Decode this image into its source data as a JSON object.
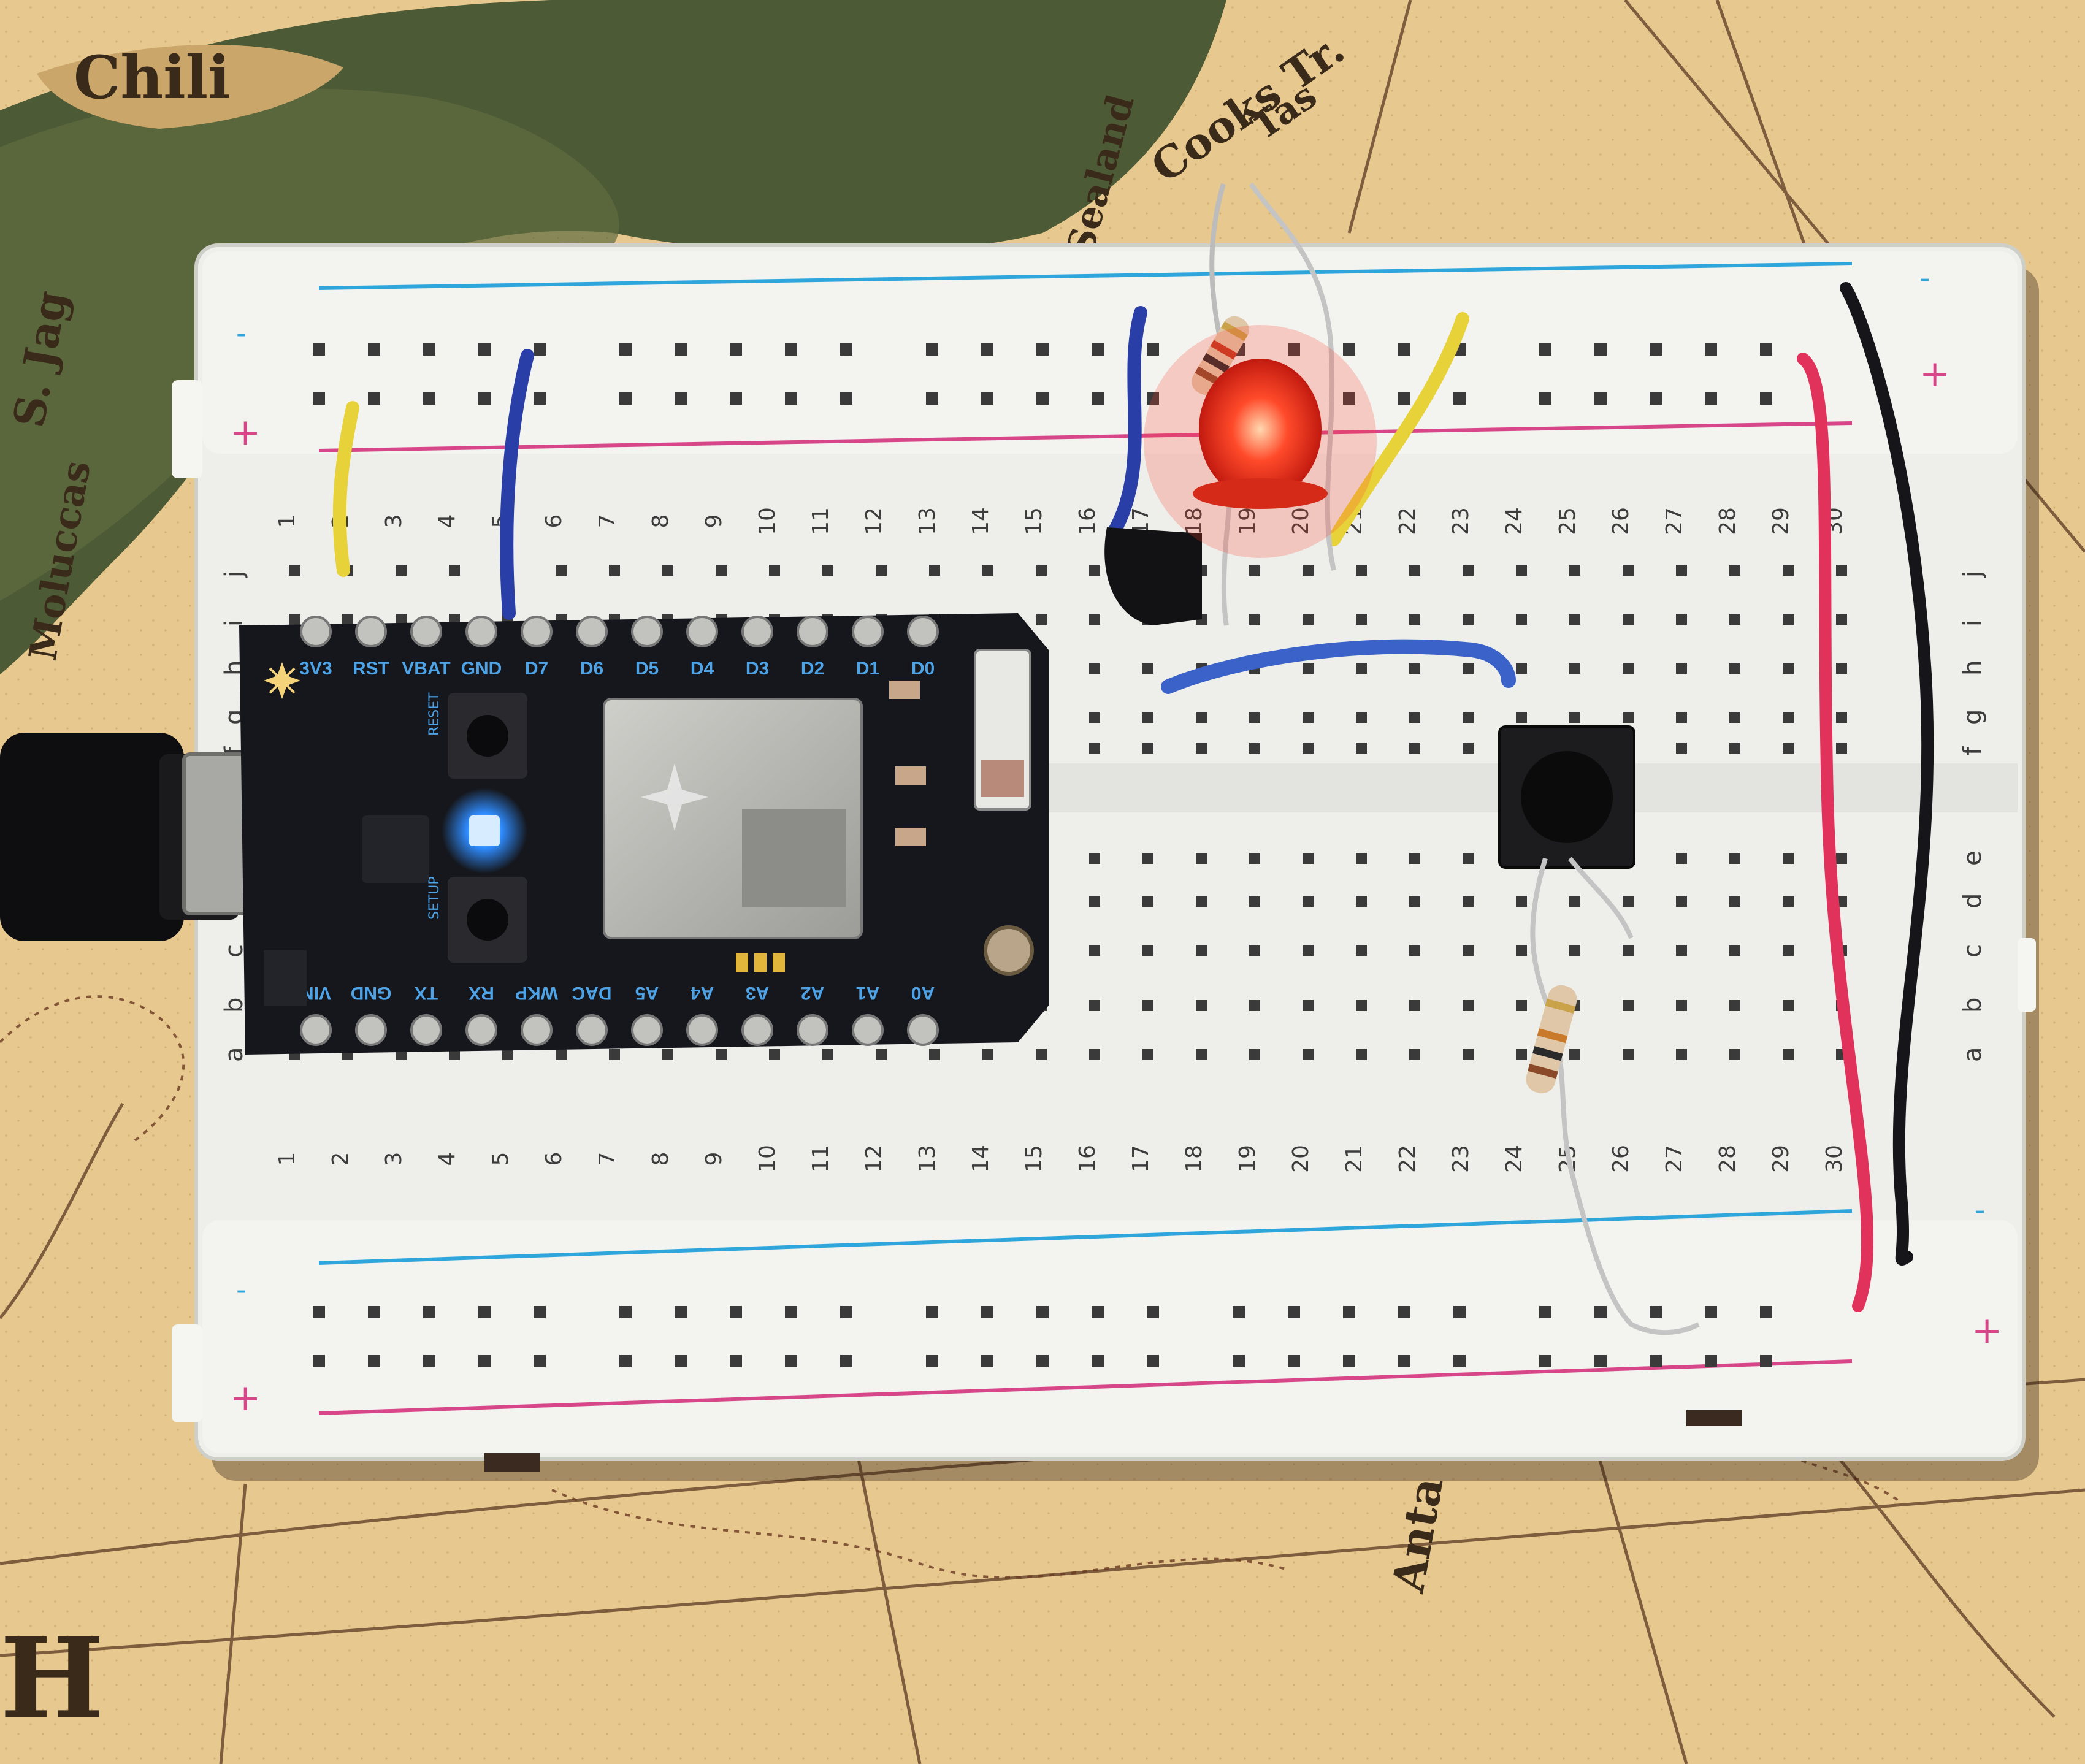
{
  "map": {
    "labels": [
      "Chili",
      "S. Jag",
      "Moluccas",
      "Cooks Tr.",
      "Tas",
      "Anta",
      "H",
      "Sealand"
    ]
  },
  "breadboard": {
    "column_numbers": [
      "1",
      "2",
      "3",
      "4",
      "5",
      "6",
      "7",
      "8",
      "9",
      "10",
      "11",
      "12",
      "13",
      "14",
      "15",
      "16",
      "17",
      "18",
      "19",
      "20",
      "21",
      "22",
      "23",
      "24",
      "25",
      "26",
      "27",
      "28",
      "29",
      "30"
    ],
    "rows_top": [
      "j",
      "i",
      "h",
      "g",
      "f"
    ],
    "rows_bottom": [
      "e",
      "d",
      "c",
      "b",
      "a"
    ],
    "rail_plus": "+",
    "rail_minus": "-"
  },
  "board": {
    "pins_top": [
      "3V3",
      "RST",
      "VBAT",
      "GND",
      "D7",
      "D6",
      "D5",
      "D4",
      "D3",
      "D2",
      "D1",
      "D0"
    ],
    "pins_bottom": [
      "VIN",
      "GND",
      "TX",
      "RX",
      "WKP",
      "DAC",
      "A5",
      "A4",
      "A3",
      "A2",
      "A1",
      "A0"
    ],
    "button_labels": [
      "RESET",
      "SETUP"
    ]
  },
  "colors": {
    "board": "#15171c",
    "breadboard": "#eeeeea",
    "rail_red": "#d8468a",
    "rail_blue": "#2ea6dc",
    "led_red": "#ff3b2a",
    "status_led": "#2f8cff",
    "wire_yellow": "#e8d23a",
    "wire_blue": "#2a3ea8",
    "wire_red": "#e0325a",
    "wire_black": "#16161a"
  }
}
